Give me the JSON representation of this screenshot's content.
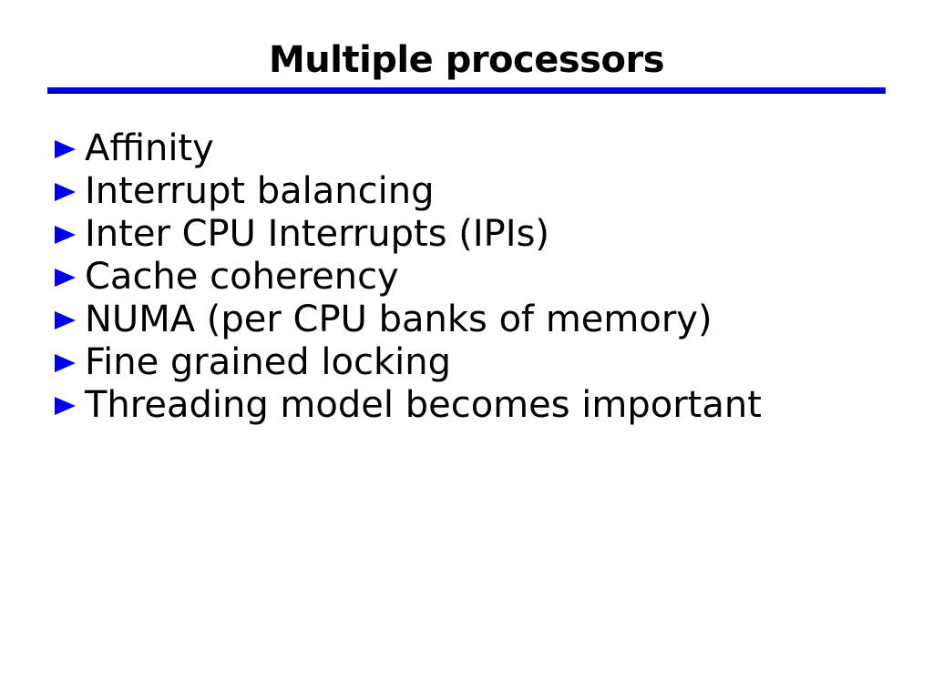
{
  "slide": {
    "title": "Multiple processors",
    "bullets": [
      "Affinity",
      "Interrupt balancing",
      "Inter CPU Interrupts (IPIs)",
      "Cache coherency",
      "NUMA (per CPU banks of memory)",
      "Fine grained locking",
      "Threading model becomes important"
    ],
    "colors": {
      "background": "#ffffff",
      "body_text": "#000000",
      "title_text": "#000000",
      "bullet": "#0000e6",
      "rule_top": "#0000f2",
      "rule_bottom": "#000082"
    }
  }
}
